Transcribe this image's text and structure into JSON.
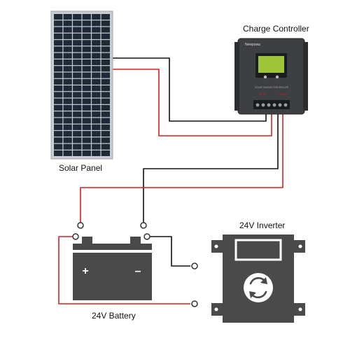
{
  "labels": {
    "solar_panel": "Solar Panel",
    "charge_controller": "Charge Controller",
    "inverter": "24V Inverter",
    "battery": "24V Battery"
  },
  "controller": {
    "brand": "Newpowa",
    "subtitle": "SOLAR CHARGE CONTROLLER",
    "left_tag": "MPPT",
    "right_tag": "12/24V"
  },
  "battery": {
    "positive_symbol": "+",
    "negative_symbol": "–"
  },
  "colors": {
    "positive_wire": "#d81e1e",
    "negative_wire": "#111111",
    "device_body": "#4a4a4a",
    "panel_frame": "#c9ccd0",
    "panel_cell": "#1f2a38"
  }
}
